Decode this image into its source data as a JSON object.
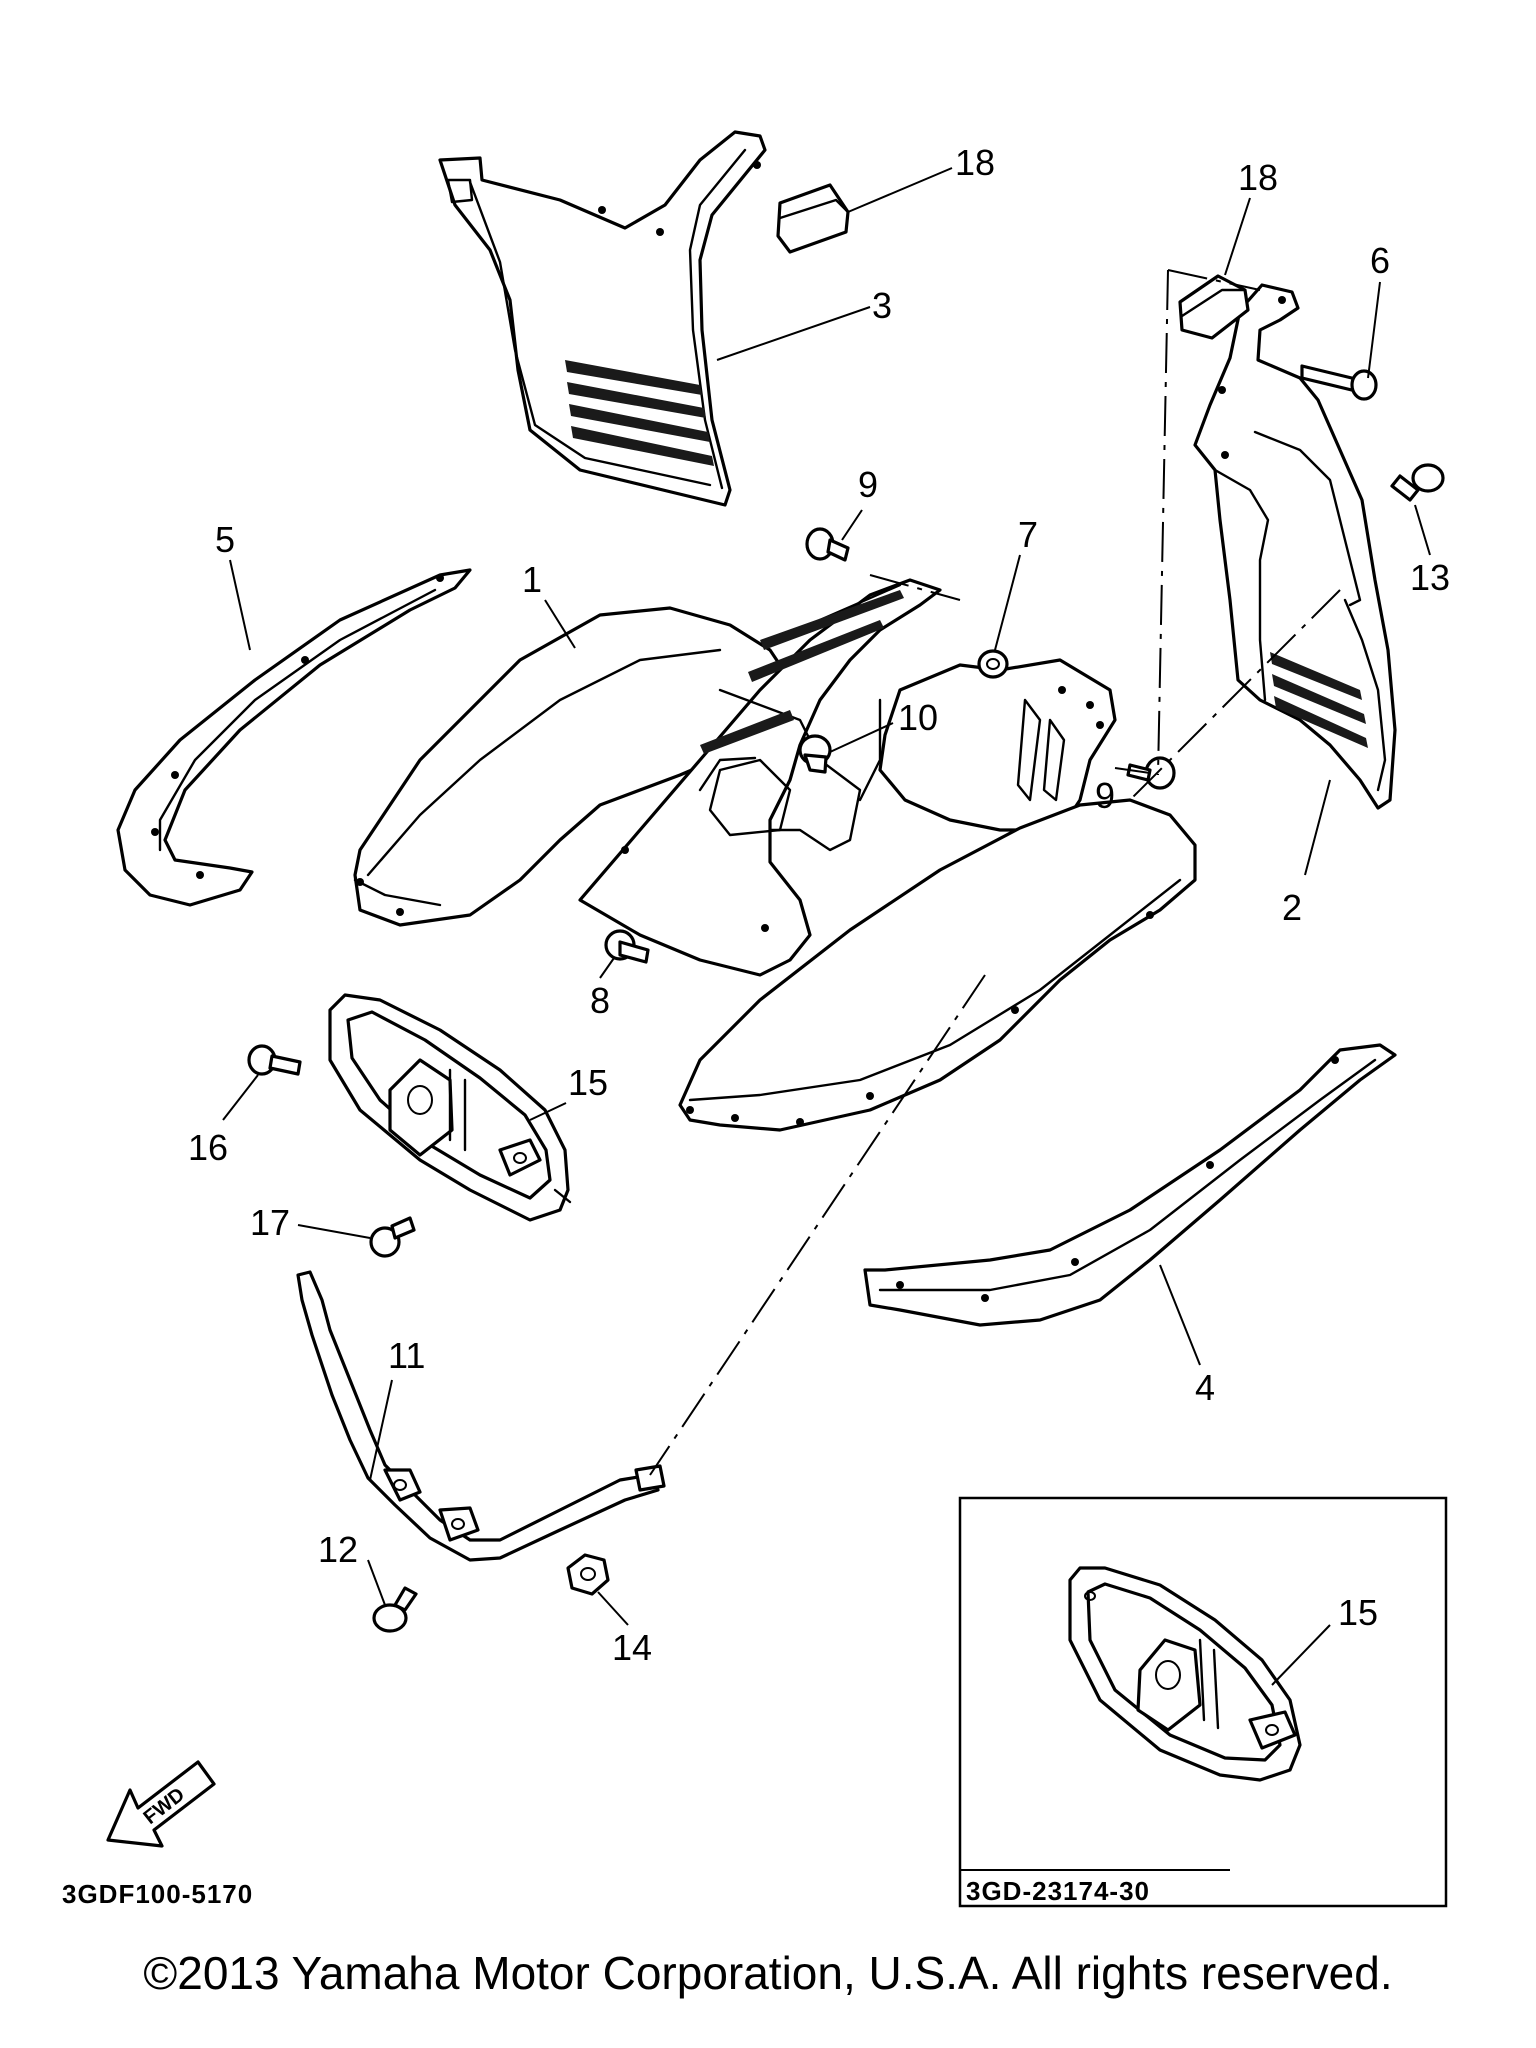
{
  "callouts": {
    "c1": "1",
    "c2": "2",
    "c3": "3",
    "c4": "4",
    "c5": "5",
    "c6": "6",
    "c7": "7",
    "c8": "8",
    "c9a": "9",
    "c9b": "9",
    "c10": "10",
    "c11": "11",
    "c12": "12",
    "c13": "13",
    "c14": "14",
    "c15a": "15",
    "c15b": "15",
    "c16": "16",
    "c17": "17",
    "c18a": "18",
    "c18b": "18"
  },
  "fwd_label": "FWD",
  "diagram_code": "3GDF100-5170",
  "inset_code": "3GD-23174-30",
  "copyright": "©2013 Yamaha Motor Corporation, U.S.A. All rights reserved."
}
